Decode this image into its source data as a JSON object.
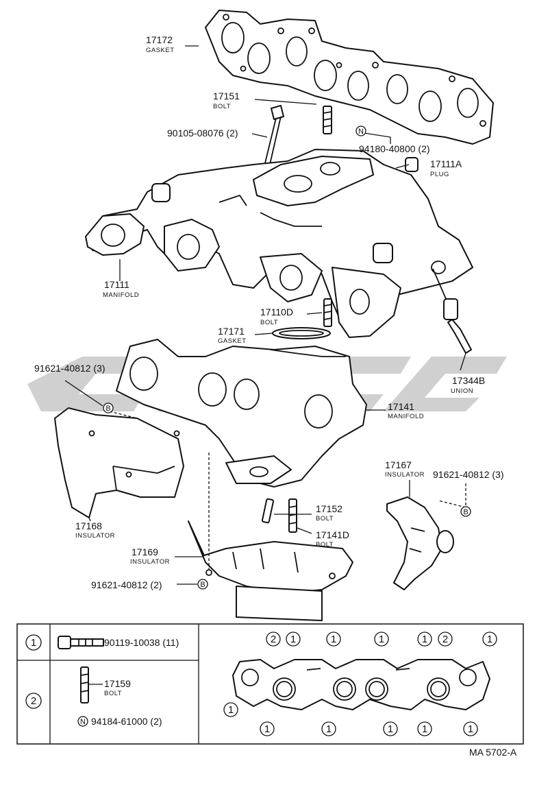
{
  "watermark": "cars",
  "callouts": [
    {
      "num": "17172",
      "name": "GASKET"
    },
    {
      "num": "17151",
      "name": "BOLT"
    },
    {
      "num": "90105-08076 (2)",
      "name": ""
    },
    {
      "num": "94180-40800 (2)",
      "name": ""
    },
    {
      "num": "17111A",
      "name": "PLUG"
    },
    {
      "num": "17111",
      "name": "MANIFOLD"
    },
    {
      "num": "17110D",
      "name": "BOLT"
    },
    {
      "num": "17171",
      "name": "GASKET"
    },
    {
      "num": "17344B",
      "name": "UNION"
    },
    {
      "num": "91621-40812 (3)",
      "name": ""
    },
    {
      "num": "17141",
      "name": "MANIFOLD"
    },
    {
      "num": "17167",
      "name": "INSULATOR"
    },
    {
      "num": "91621-40812 (3)",
      "name": ""
    },
    {
      "num": "17168",
      "name": "INSULATOR"
    },
    {
      "num": "17152",
      "name": "BOLT"
    },
    {
      "num": "17141D",
      "name": "BOLT"
    },
    {
      "num": "17169",
      "name": "INSULATOR"
    },
    {
      "num": "91621-40812 (2)",
      "name": ""
    }
  ],
  "markers": {
    "n": "N",
    "b": "B"
  },
  "legend": {
    "row1": {
      "key": "1",
      "part": "90119-10038 (11)"
    },
    "row2": {
      "key": "2",
      "part": "17159",
      "part_name": "BOLT",
      "nut": "94184-61000 (2)"
    },
    "pattern_top": [
      "2",
      "1",
      "1",
      "1",
      "1",
      "2",
      "1"
    ],
    "pattern_left": "1",
    "pattern_bottom": [
      "1",
      "1",
      "1",
      "1",
      "1"
    ]
  },
  "figure_code": "MA 5702-A"
}
